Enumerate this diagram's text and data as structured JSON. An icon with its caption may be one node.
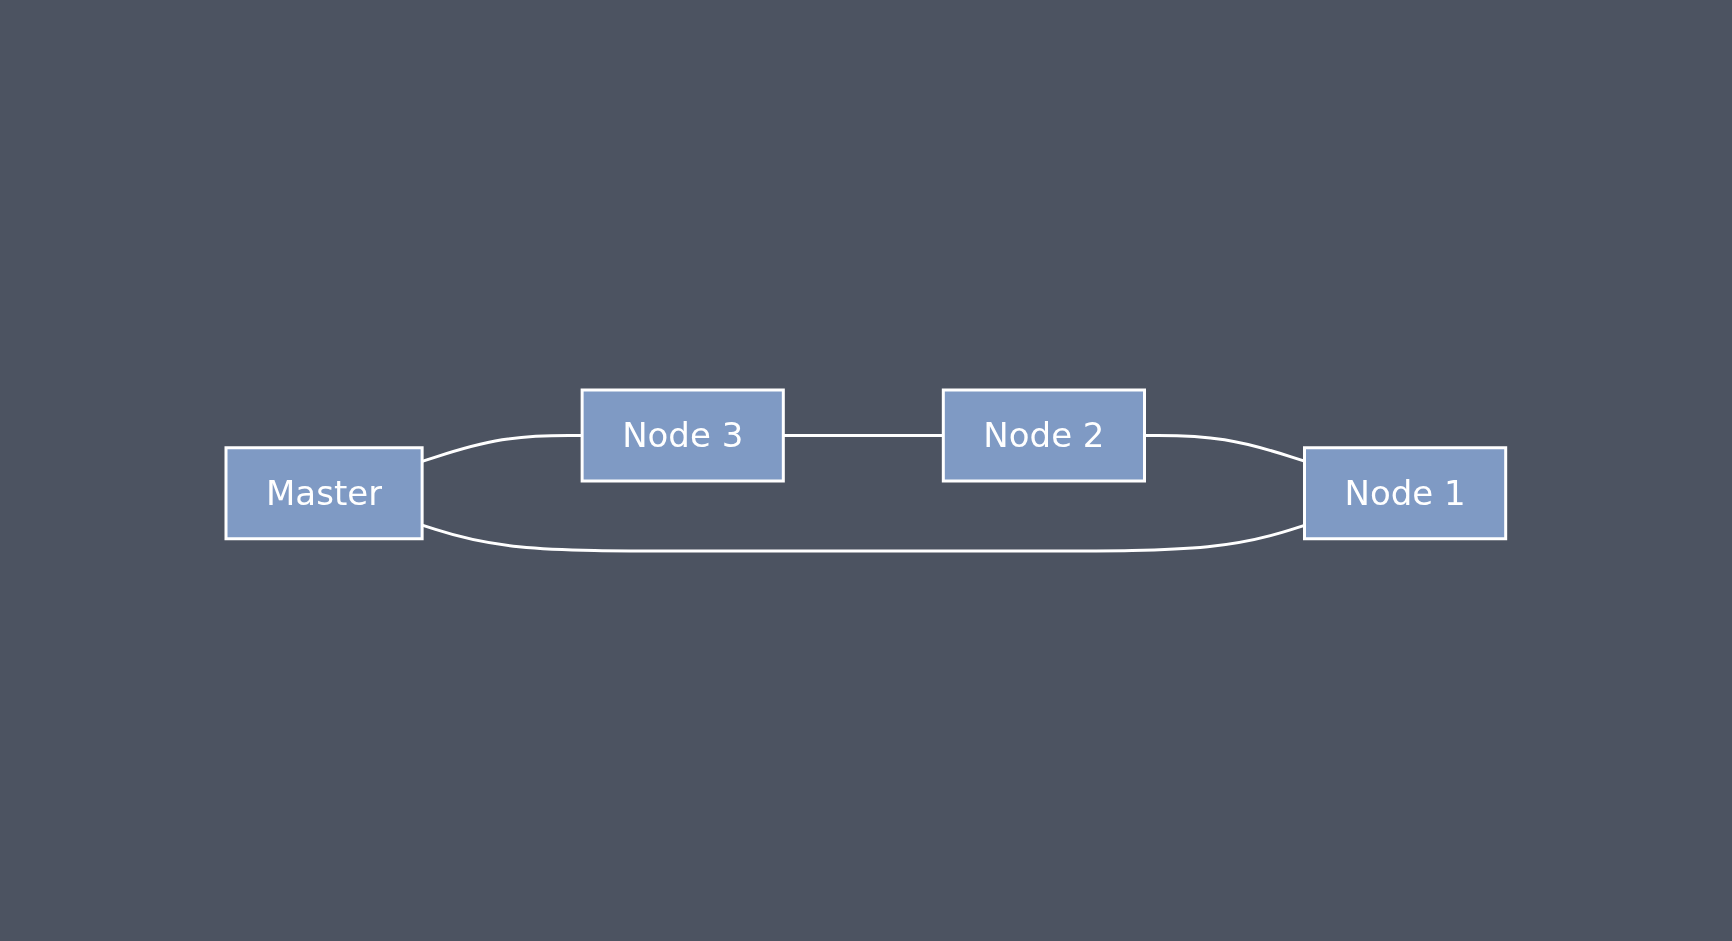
{
  "diagram": {
    "nodes": [
      {
        "text": [
          "Master"
        ]
      },
      {
        "text": [
          "Node 3"
        ]
      },
      {
        "text": [
          "Node 2"
        ]
      },
      {
        "text": [
          "Node 1"
        ]
      }
    ],
    "edges": [
      {
        "from": 0,
        "to": 1,
        "arrow": "none"
      },
      {
        "from": 1,
        "to": 2,
        "arrow": "none"
      },
      {
        "from": 2,
        "to": 3,
        "arrow": "none"
      },
      {
        "from": 3,
        "to": 0,
        "arrow": "none"
      }
    ]
  }
}
